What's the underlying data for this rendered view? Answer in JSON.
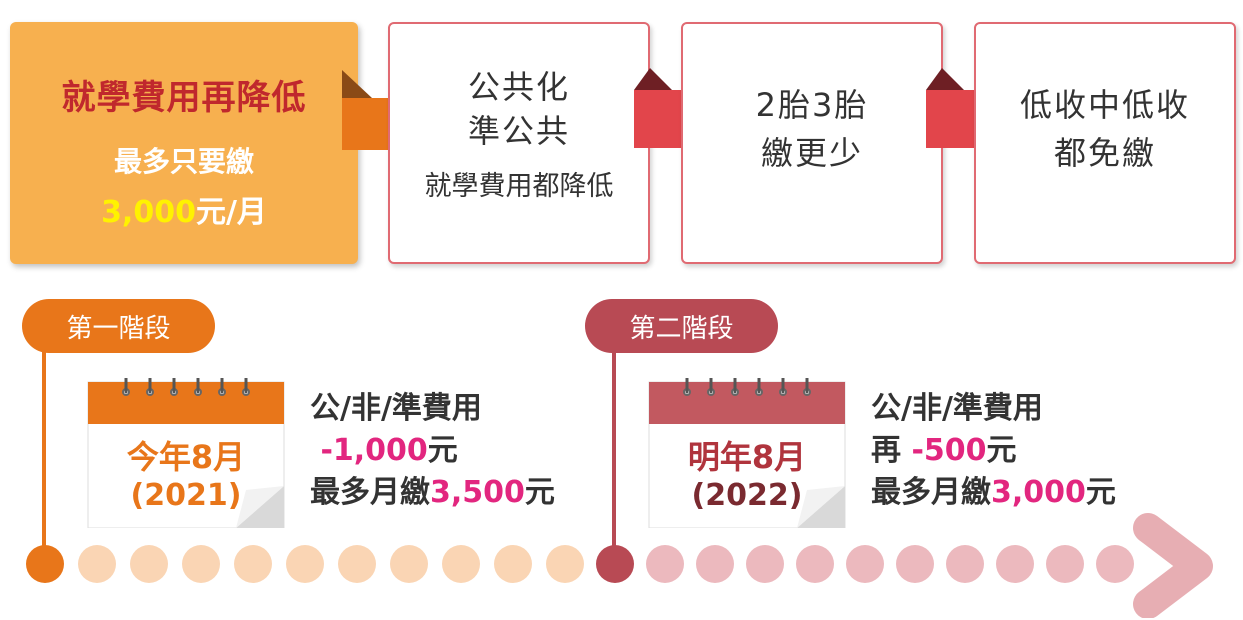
{
  "main_box": {
    "title": "就學費用再降低",
    "line1": "最多只要繳",
    "line2_amount": "3,000",
    "line2_unit": "元/月"
  },
  "steps": [
    {
      "line1": "公共化",
      "line2": "準公共",
      "sub": "就學費用都降低"
    },
    {
      "line1": "2胎3胎",
      "line2": "繳更少"
    },
    {
      "line1": "低收中低收",
      "line2": "都免繳"
    }
  ],
  "stages": [
    {
      "label": "第一階段",
      "cal_title": "今年8月",
      "cal_year": "(2021)",
      "fee_label": "公/非/準費用",
      "reduction": "-1,000",
      "reduction_unit": "元",
      "max_label": "最多月繳",
      "max_amount": "3,500",
      "max_unit": "元"
    },
    {
      "label": "第二階段",
      "cal_title": "明年8月",
      "cal_year": "(2022)",
      "fee_label": "公/非/準費用",
      "reduction_prefix": "再 ",
      "reduction": "-500",
      "reduction_unit": "元",
      "max_label": "最多月繳",
      "max_amount": "3,000",
      "max_unit": "元"
    }
  ],
  "colors": {
    "orange": "#e8761a",
    "orange_light": "#f7b04f",
    "red": "#e2454b",
    "maroon": "#b84a54",
    "pink_text": "#e2267f",
    "dot_orange_light": "#fad5b4",
    "dot_pink_light": "#ecb9be"
  }
}
